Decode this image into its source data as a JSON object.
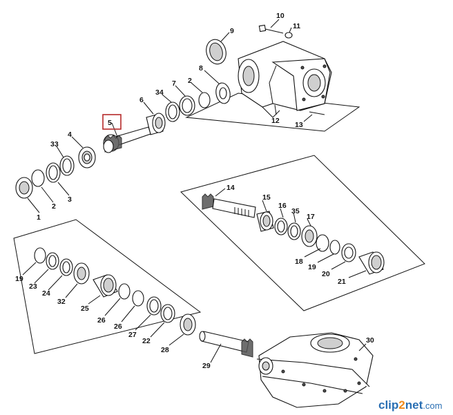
{
  "diagram": {
    "callouts": [
      "10",
      "11",
      "9",
      "8",
      "2",
      "7",
      "34",
      "6",
      "5",
      "4",
      "33",
      "3",
      "2",
      "1",
      "12",
      "13",
      "14",
      "15",
      "16",
      "35",
      "17",
      "18",
      "19",
      "20",
      "21",
      "19",
      "23",
      "24",
      "32",
      "25",
      "26",
      "26",
      "27",
      "22",
      "28",
      "29",
      "30"
    ],
    "highlighted_callout": "5"
  },
  "watermark": {
    "part_a": "clip",
    "part_b": "2",
    "part_c": "net",
    "part_d": ".com"
  }
}
